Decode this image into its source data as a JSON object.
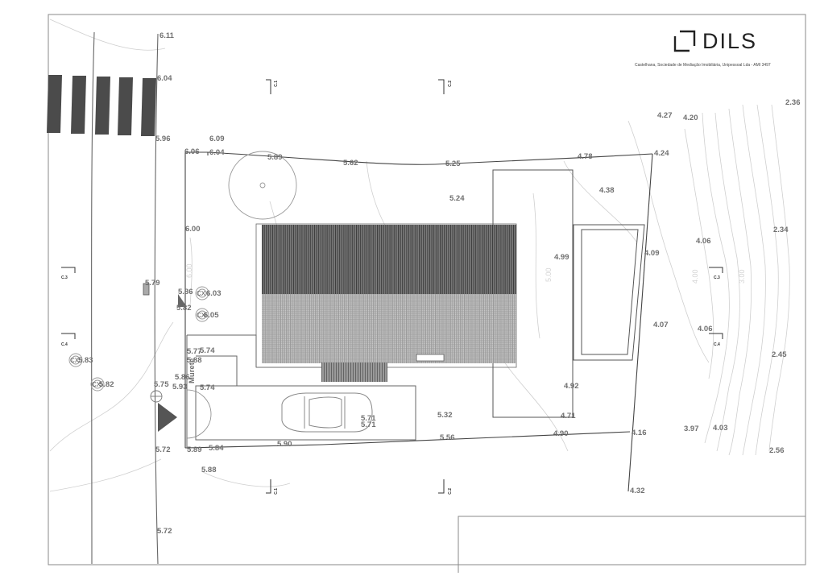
{
  "brand": {
    "name": "DILS",
    "company": "Castelhana, Sociedade de Mediação Imobiliária, Unipessoal Lda - AMI 3497"
  },
  "street_levels": [
    "6.11",
    "6.04",
    "5.96",
    "5.79",
    "5.75",
    "5.72",
    "5.72"
  ],
  "plot_levels": [
    "6.09",
    "6.06",
    "6.04",
    "5.89",
    "5.62",
    "5.25",
    "4.78",
    "4.24",
    "5.24",
    "4.38",
    "6.00",
    "4.99",
    "4.09",
    "5.86",
    "6.03",
    "5.82",
    "6.05",
    "5.74",
    "5.77",
    "5.88",
    "5.86",
    "5.93",
    "5.74",
    "5.71",
    "5.71",
    "5.32",
    "4.92",
    "4.71",
    "4.07",
    "5.89",
    "5.84",
    "5.90",
    "5.56",
    "4.90",
    "4.16",
    "5.88",
    "4.32"
  ],
  "outside_levels": [
    "5.83",
    "5.82",
    "4.27",
    "4.20",
    "2.36",
    "4.06",
    "2.34",
    "4.06",
    "2.45",
    "3.97",
    "4.03",
    "2.56"
  ],
  "contour_labels": [
    "5.00",
    "4.00",
    "3.00",
    "6.00"
  ],
  "wall_label": "Murete",
  "cx_labels": [
    "CX",
    "CX",
    "CX",
    "CX"
  ],
  "section_markers": {
    "c1": "C.1",
    "c2": "C.2",
    "c3": "C.3",
    "c4": "C.4"
  }
}
